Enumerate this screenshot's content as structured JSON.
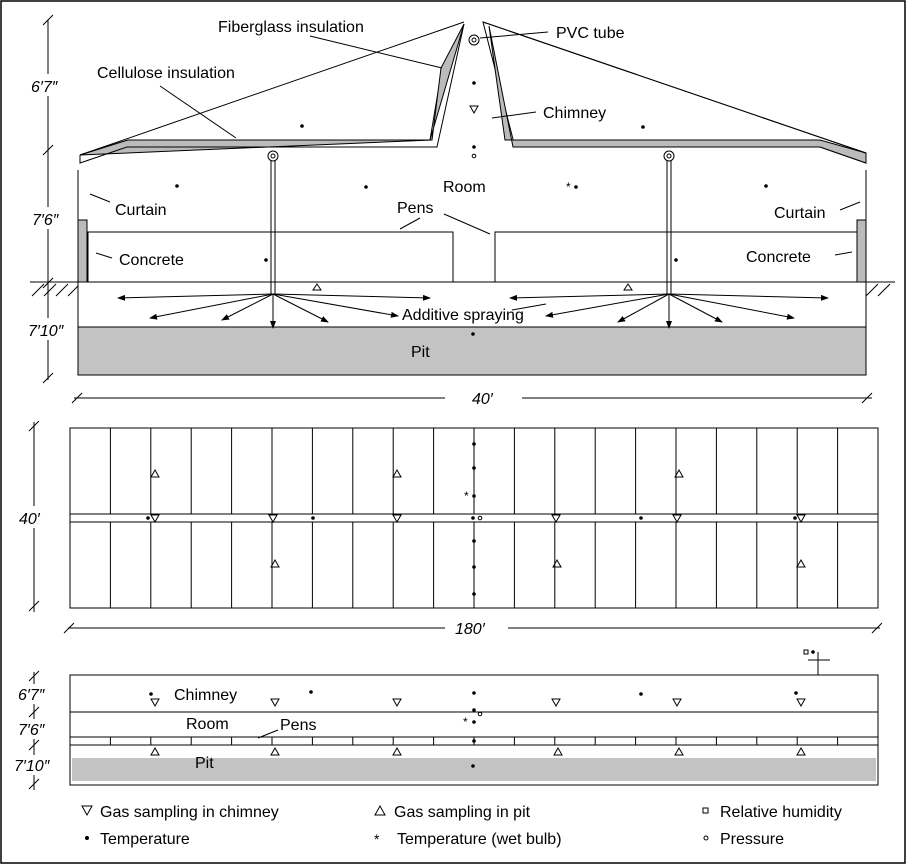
{
  "section_view": {
    "labels": {
      "fiberglass": "Fiberglass insulation",
      "pvc": "PVC tube",
      "cellulose": "Cellulose insulation",
      "chimney": "Chimney",
      "room": "Room",
      "curtain_left": "Curtain",
      "curtain_right": "Curtain",
      "pens": "Pens",
      "concrete_left": "Concrete",
      "concrete_right": "Concrete",
      "spraying": "Additive spraying",
      "pit": "Pit"
    },
    "dims": {
      "roof": "6′7″",
      "room": "7′6″",
      "pit": "7′10″",
      "width": "40′"
    }
  },
  "plan_view": {
    "dims": {
      "depth": "40′",
      "length": "180′"
    }
  },
  "long_section": {
    "labels": {
      "chimney": "Chimney",
      "room": "Room",
      "pens": "Pens",
      "pit": "Pit"
    },
    "dims": {
      "roof": "6′7″",
      "room": "7′6″",
      "pit": "7′10″"
    }
  },
  "legend": {
    "gas_chimney": "Gas sampling in chimney",
    "gas_pit": "Gas sampling in pit",
    "rh": "Relative humidity",
    "temp": "Temperature",
    "wet_bulb": "Temperature (wet bulb)",
    "pressure": "Pressure"
  },
  "symbols": {
    "gas_chimney": "▽",
    "gas_pit": "△",
    "rh": "▫",
    "temp": "•",
    "wet_bulb": "*",
    "pressure": "◦"
  }
}
